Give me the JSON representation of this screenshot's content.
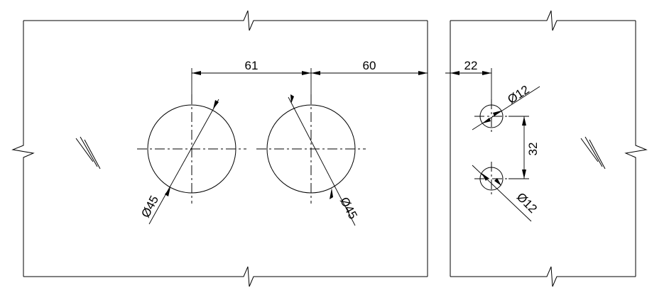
{
  "drawing": {
    "dimensions": {
      "d61": "61",
      "d60": "60",
      "d22": "22",
      "d32": "32",
      "dia45_left": "Ø45",
      "dia45_right": "Ø45",
      "dia12_top": "Ø12",
      "dia12_bottom": "Ø12"
    }
  }
}
